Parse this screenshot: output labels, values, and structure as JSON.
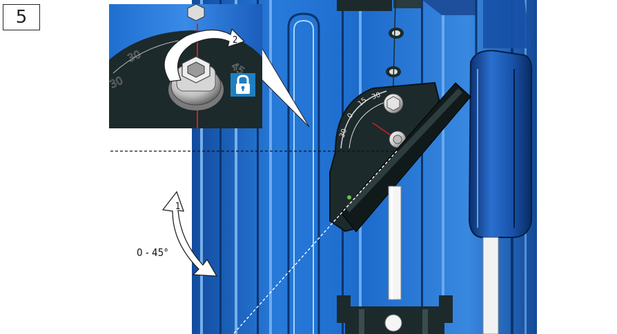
{
  "step": {
    "number": "5"
  },
  "labels": {
    "angle_range": "0 - 45°",
    "arrow_1": "1",
    "arrow_2": "2"
  },
  "icons": {
    "lock": "lock-icon",
    "rotate_arrow": "rotate-arrow-icon",
    "double_arrow": "double-arrow-icon"
  },
  "colors": {
    "rail_blue": "#1f6fd1",
    "rail_light": "#5fa8f0",
    "rail_dark": "#0e3f8a",
    "bracket": "#1c2a2c",
    "lock_badge": "#1e7fc2",
    "marker_red": "#d81e1e"
  }
}
